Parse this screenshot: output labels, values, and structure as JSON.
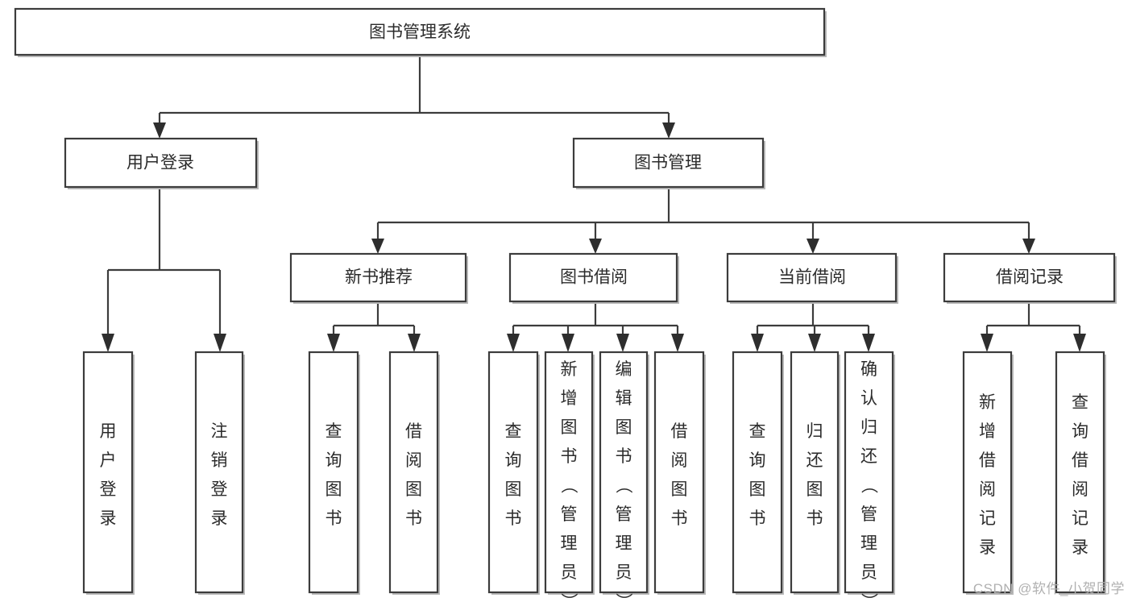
{
  "diagram": {
    "type": "tree-hierarchy",
    "title": "图书管理系统",
    "orientation": "top-down",
    "colors": {
      "box_stroke": "#3c3c3c",
      "box_fill": "#ffffff",
      "connector": "#3c3c3c",
      "text": "#2b2b2b",
      "background": "#ffffff",
      "watermark": "#b0b0b0"
    },
    "root": {
      "label": "图书管理系统"
    },
    "level2": [
      {
        "label": "用户登录"
      },
      {
        "label": "图书管理"
      }
    ],
    "level3": [
      {
        "label": "新书推荐"
      },
      {
        "label": "图书借阅"
      },
      {
        "label": "当前借阅"
      },
      {
        "label": "借阅记录"
      }
    ],
    "leaves": {
      "user_login": [
        {
          "label": "用户登录"
        },
        {
          "label": "注销登录"
        }
      ],
      "new_book_recommend": [
        {
          "label": "查询图书"
        },
        {
          "label": "借阅图书"
        }
      ],
      "book_borrow": [
        {
          "label": "查询图书"
        },
        {
          "label": "新增图书（管理员）"
        },
        {
          "label": "编辑图书（管理员）"
        },
        {
          "label": "借阅图书"
        }
      ],
      "current_borrow": [
        {
          "label": "查询图书"
        },
        {
          "label": "归还图书"
        },
        {
          "label": "确认归还（管理员）"
        }
      ],
      "borrow_record": [
        {
          "label": "新增借阅记录"
        },
        {
          "label": "查询借阅记录"
        }
      ]
    }
  },
  "watermark": {
    "text": "CSDN @软件_小贺同学"
  }
}
